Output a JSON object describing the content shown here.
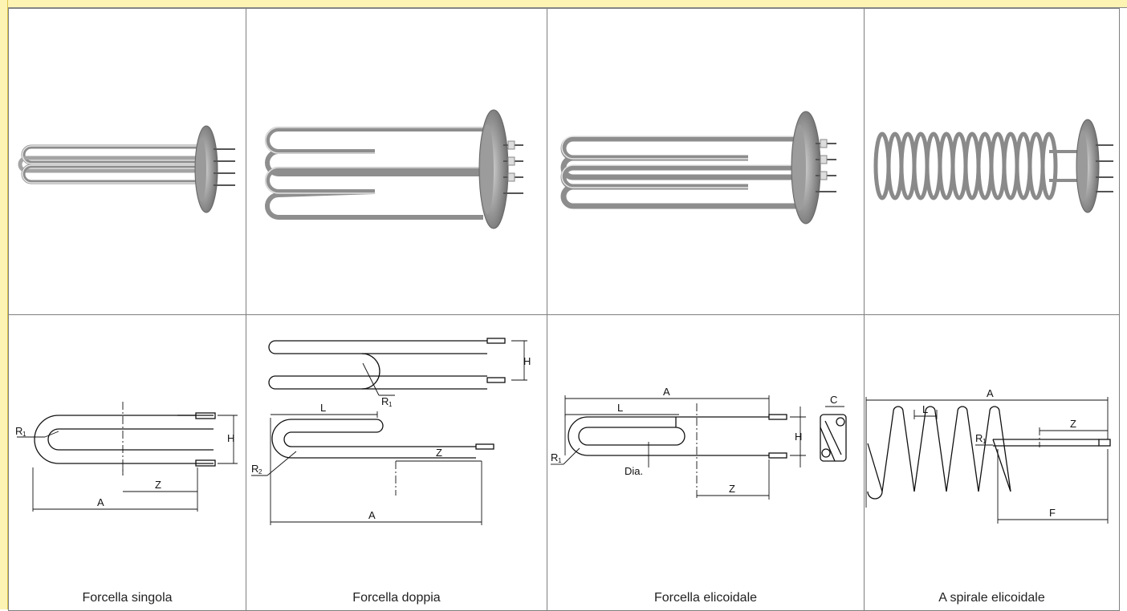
{
  "columns": [
    {
      "photo_icon": "single-fork-heater-photo",
      "drawing_icon": "single-fork-drawing",
      "caption": "Forcella singola",
      "labels": {
        "r1": "R",
        "h": "H",
        "z": "Z",
        "a": "A"
      }
    },
    {
      "photo_icon": "double-fork-heater-photo",
      "drawing_icon": "double-fork-drawing",
      "caption": "Forcella doppia",
      "labels": {
        "h": "H",
        "r1": "R",
        "l": "L",
        "z": "Z",
        "r2": "R",
        "a": "A"
      }
    },
    {
      "photo_icon": "helical-fork-heater-photo",
      "drawing_icon": "helical-fork-drawing",
      "caption": "Forcella elicoidale",
      "labels": {
        "a": "A",
        "l": "L",
        "r1": "R",
        "dia": "Dia.",
        "h": "H",
        "z": "Z",
        "c": "C"
      }
    },
    {
      "photo_icon": "spiral-heater-photo",
      "drawing_icon": "spiral-drawing",
      "caption": "A spirale elicoidale",
      "labels": {
        "a": "A",
        "l": "L",
        "r1": "R",
        "z": "Z",
        "f": "F"
      }
    }
  ]
}
